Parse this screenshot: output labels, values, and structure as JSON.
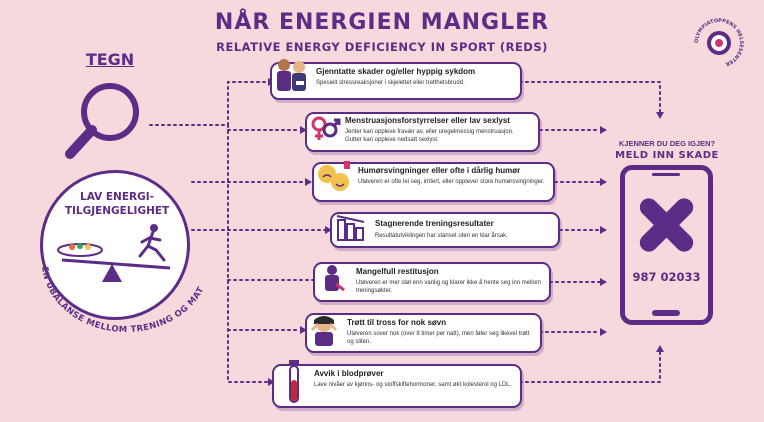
{
  "header": {
    "title": "NÅR ENERGIEN MANGLER",
    "subtitle": "RELATIVE ENERGY DEFICIENCY IN SPORT (REDS)"
  },
  "logo": {
    "text": "OLYMPIATOPPENS HELSESENTER",
    "icon": "olympiatoppen-logo"
  },
  "left": {
    "heading": "TEGN",
    "icon": "magnifier-icon",
    "center_title_line1": "LAV ENERGI-",
    "center_title_line2": "TILGJENGELIGHET",
    "arc_text": "EN UBALANSE MELLOM TRENING OG MAT"
  },
  "signs": [
    {
      "title": "Gjenntatte skader og/eller hyppig sykdom",
      "desc": "Spesielt stressreaksjoner i skjelettet eller tretthetsbrudd.",
      "icon": "injured-athlete-icon"
    },
    {
      "title": "Menstruasjonsforstyrrelser eller lav sexlyst",
      "desc": "Jenter kan oppleve fravær av, eller uregelmessig menstruasjon. Gutter kan oppleve nedsatt sexlyst.",
      "icon": "gender-symbols-icon"
    },
    {
      "title": "Humørsvingninger eller ofte i dårlig humør",
      "desc": "Utøveren er ofte lei seg, irritert, eller opplever store humørsvingninger.",
      "icon": "mood-faces-icon"
    },
    {
      "title": "Stagnerende treningsresultater",
      "desc": "Resultatutviklingen har stanset uten en klar årsak.",
      "icon": "declining-bars-icon"
    },
    {
      "title": "Mangelfull restitusjon",
      "desc": "Utøveren er mer støl enn vanlig og klarer ikke å hente seg inn mellom treningsøkter.",
      "icon": "sore-athlete-icon"
    },
    {
      "title": "Trøtt til tross for nok søvn",
      "desc": "Utøveren sover nok (over 8 timer per natt), men føler seg likevel trøtt og sliten.",
      "icon": "tired-person-icon"
    },
    {
      "title": "Avvik i blodprøver",
      "desc": "Lave nivåer av kjønns- og stoffskiftehormoner, samt økt kolesterol og LDL.",
      "icon": "blood-test-tube-icon"
    }
  ],
  "right": {
    "question": "KJENNER DU DEG IGJEN?",
    "call_to_action": "MELD INN SKADE",
    "phone_number": "987 02033",
    "icon": "phone-bandage-x-icon"
  },
  "colors": {
    "background": "#f6d9dc",
    "primary": "#5b2d86",
    "accent_pink": "#d6336c",
    "card_bg": "#ffffff"
  }
}
